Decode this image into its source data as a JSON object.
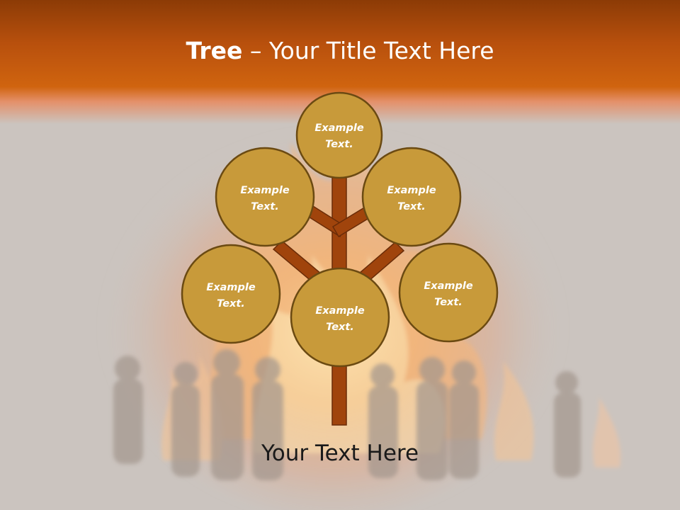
{
  "title": {
    "strong": "Tree",
    "separator": " – ",
    "rest": "Your Title Text Here"
  },
  "nodes": [
    {
      "id": "top",
      "line1": "Example",
      "line2": "Text."
    },
    {
      "id": "upper-left",
      "line1": "Example",
      "line2": "Text."
    },
    {
      "id": "upper-right",
      "line1": "Example",
      "line2": "Text."
    },
    {
      "id": "lower-left",
      "line1": "Example",
      "line2": "Text."
    },
    {
      "id": "lower-right",
      "line1": "Example",
      "line2": "Text."
    },
    {
      "id": "center",
      "line1": "Example",
      "line2": "Text."
    }
  ],
  "footer": "Your Text Here",
  "colors": {
    "title_bar": "#c05a0e",
    "node_fill": "#c89a3a",
    "node_border": "#6b4a12",
    "branch": "#a0440c",
    "branch_border": "#6a2c08"
  }
}
